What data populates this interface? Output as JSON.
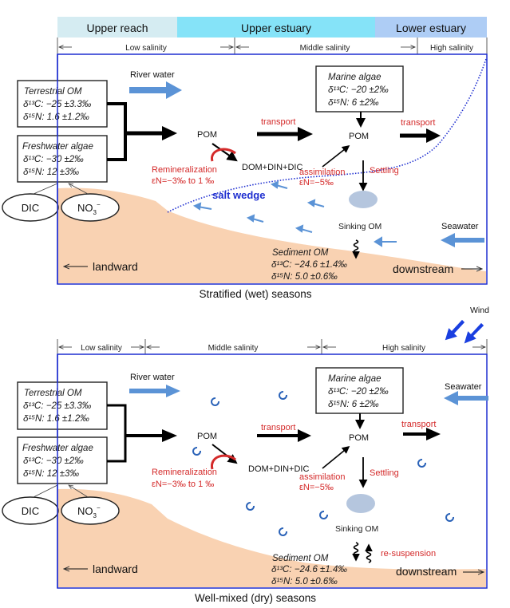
{
  "top_panel": {
    "zones": [
      {
        "label": "Upper reach",
        "color": "#d5ecf2"
      },
      {
        "label": "Upper estuary",
        "color": "#85e3f8"
      },
      {
        "label": "Lower estuary",
        "color": "#aecdf5"
      }
    ],
    "salinity": [
      "Low salinity",
      "Middle salinity",
      "High salinity"
    ],
    "river_water": "River water",
    "seawater": "Seawater",
    "terrestrial": {
      "title": "Terrestrial OM",
      "c": "δ¹³C: −25 ±3.3‰",
      "n": "δ¹⁵N: 1.6 ±1.2‰"
    },
    "freshwater": {
      "title": "Freshwater algae",
      "c": "δ¹³C: −30 ±2‰",
      "n": "δ¹⁵N: 12 ±3‰"
    },
    "marine": {
      "title": "Marine algae",
      "c": "δ¹³C: −20 ±2‰",
      "n": "δ¹⁵N: 6 ±2‰"
    },
    "sediment": {
      "title": "Sediment OM",
      "c": "δ¹³C: −24.6 ±1.4‰",
      "n": "δ¹⁵N: 5.0 ±0.6‰"
    },
    "dic": "DIC",
    "no3": "NO",
    "no3_sub": "3",
    "no3_sup": "−",
    "pom1": "POM",
    "pom2": "POM",
    "dom": "DOM+DIN+DIC",
    "transport1": "transport",
    "transport2": "transport",
    "remineralization": "Remineralization",
    "remin_eps": "εN=−3‰ to 1 ‰",
    "assimilation": "assimilation",
    "assim_eps": "εN=−5‰",
    "settling": "Settling",
    "salt_wedge": "salt wedge",
    "sinking": "Sinking OM",
    "landward": "landward",
    "downstream": "downstream",
    "caption": "Stratified (wet) seasons"
  },
  "bottom_panel": {
    "wind": "Wind",
    "salinity": [
      "Low salinity",
      "Middle salinity",
      "High salinity"
    ],
    "river_water": "River water",
    "seawater": "Seawater",
    "terrestrial": {
      "title": "Terrestrial OM",
      "c": "δ¹³C: −25 ±3.3‰",
      "n": "δ¹⁵N: 1.6 ±1.2‰"
    },
    "freshwater": {
      "title": "Freshwater algae",
      "c": "δ¹³C: −30 ±2‰",
      "n": "δ¹⁵N: 12 ±3‰"
    },
    "marine": {
      "title": "Marine algae",
      "c": "δ¹³C: −20 ±2‰",
      "n": "δ¹⁵N: 6 ±2‰"
    },
    "sediment": {
      "title": "Sediment OM",
      "c": "δ¹³C: −24.6 ±1.4‰",
      "n": "δ¹⁵N: 5.0 ±0.6‰"
    },
    "dic": "DIC",
    "no3": "NO",
    "no3_sub": "3",
    "no3_sup": "−",
    "pom1": "POM",
    "pom2": "POM",
    "dom": "DOM+DIN+DIC",
    "transport1": "transport",
    "transport2": "transport",
    "remineralization": "Remineralization",
    "remin_eps": "εN=−3‰ to 1 ‰",
    "assimilation": "assimilation",
    "assim_eps": "εN=−5‰",
    "settling": "Settling",
    "sinking": "Sinking OM",
    "resuspension": "re-suspension",
    "landward": "landward",
    "downstream": "downstream",
    "caption": "Well-mixed (dry) seasons"
  },
  "colors": {
    "frame": "#1f2fd0",
    "sediment": "#f9d2b2",
    "flow_arrow": "#5b93d6",
    "wind_arrow": "#1a3fe0",
    "process_red": "#d42a2a",
    "salt_wedge": "#1f2fd0",
    "mixing": "#2a62b8"
  }
}
